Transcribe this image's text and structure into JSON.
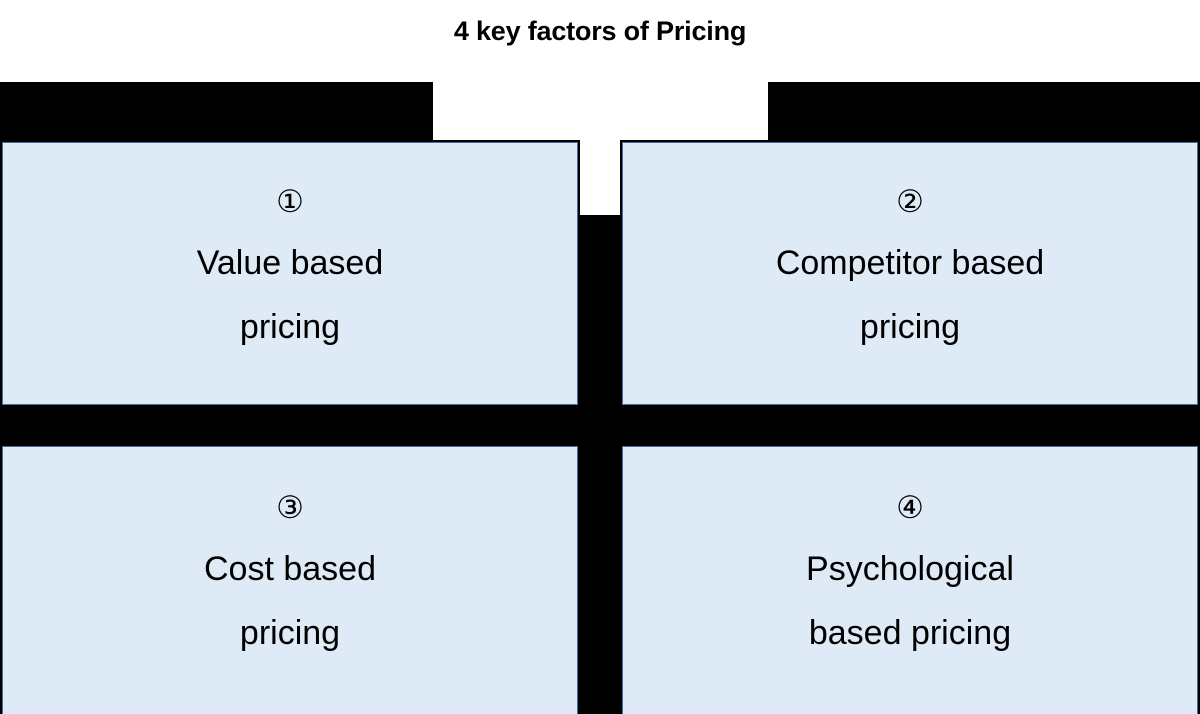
{
  "diagram": {
    "title": "4 key factors of Pricing",
    "type": "four-quadrant-matrix",
    "colors": {
      "box_fill": "#DEEAF6",
      "box_border": "#41719C",
      "divider": "#000000",
      "background": "#FFFFFF",
      "text": "#000000"
    },
    "quadrants": [
      {
        "number": "①",
        "number_plain": "1",
        "label": "Value based\npricing",
        "position": "top-left"
      },
      {
        "number": "②",
        "number_plain": "2",
        "label": "Competitor based\npricing",
        "position": "top-right"
      },
      {
        "number": "③",
        "number_plain": "3",
        "label": "Cost based\npricing",
        "position": "bottom-left"
      },
      {
        "number": "④",
        "number_plain": "4",
        "label": "Psychological\nbased pricing",
        "position": "bottom-right"
      }
    ]
  }
}
